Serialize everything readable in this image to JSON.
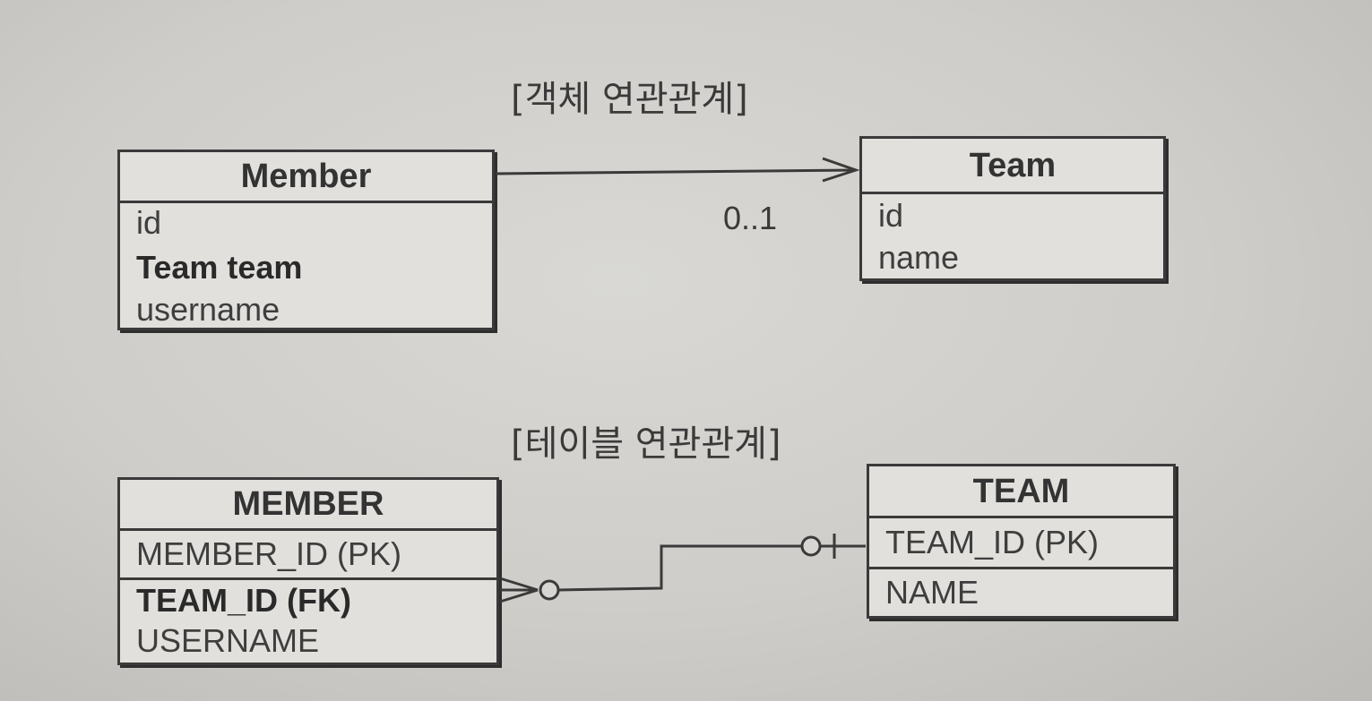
{
  "object_section": {
    "title": "[객체 연관관계]",
    "member": {
      "name": "Member",
      "fields": [
        "id",
        "Team team",
        "username"
      ]
    },
    "team": {
      "name": "Team",
      "fields": [
        "id",
        "name"
      ]
    },
    "multiplicity": "0..1"
  },
  "table_section": {
    "title": "[테이블 연관관계]",
    "member": {
      "name": "MEMBER",
      "pk": "MEMBER_ID (PK)",
      "fk": "TEAM_ID (FK)",
      "fields": [
        "USERNAME"
      ]
    },
    "team": {
      "name": "TEAM",
      "pk": "TEAM_ID (PK)",
      "fields": [
        "NAME"
      ]
    }
  }
}
